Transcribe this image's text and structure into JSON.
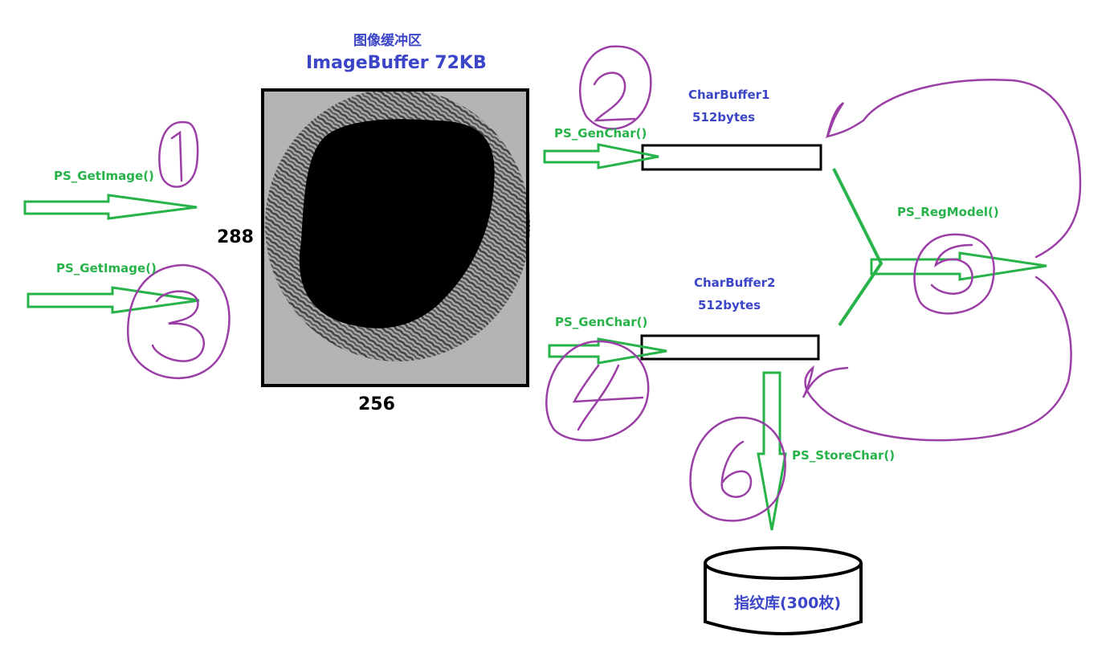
{
  "buffer": {
    "title_cn": "图像缓冲区",
    "title_en": "ImageBuffer  72KB",
    "height_label": "288",
    "width_label": "256"
  },
  "steps": {
    "get_image_1": "PS_GetImage()",
    "get_image_2": "PS_GetImage()",
    "gen_char_1": "PS_GenChar()",
    "gen_char_2": "PS_GenChar()",
    "reg_model": "PS_RegModel()",
    "store_char": "PS_StoreChar()"
  },
  "charbuffer1": {
    "name": "CharBuffer1",
    "size": "512bytes"
  },
  "charbuffer2": {
    "name": "CharBuffer2",
    "size": "512bytes"
  },
  "database": {
    "label": "指纹库(300枚)"
  },
  "step_numbers": [
    "1",
    "2",
    "3",
    "4",
    "5",
    "6"
  ],
  "colors": {
    "arrow": "#27b34a",
    "annotation": "#9b3fa6",
    "title": "#3b45c8",
    "fill_mask": "#000000"
  }
}
